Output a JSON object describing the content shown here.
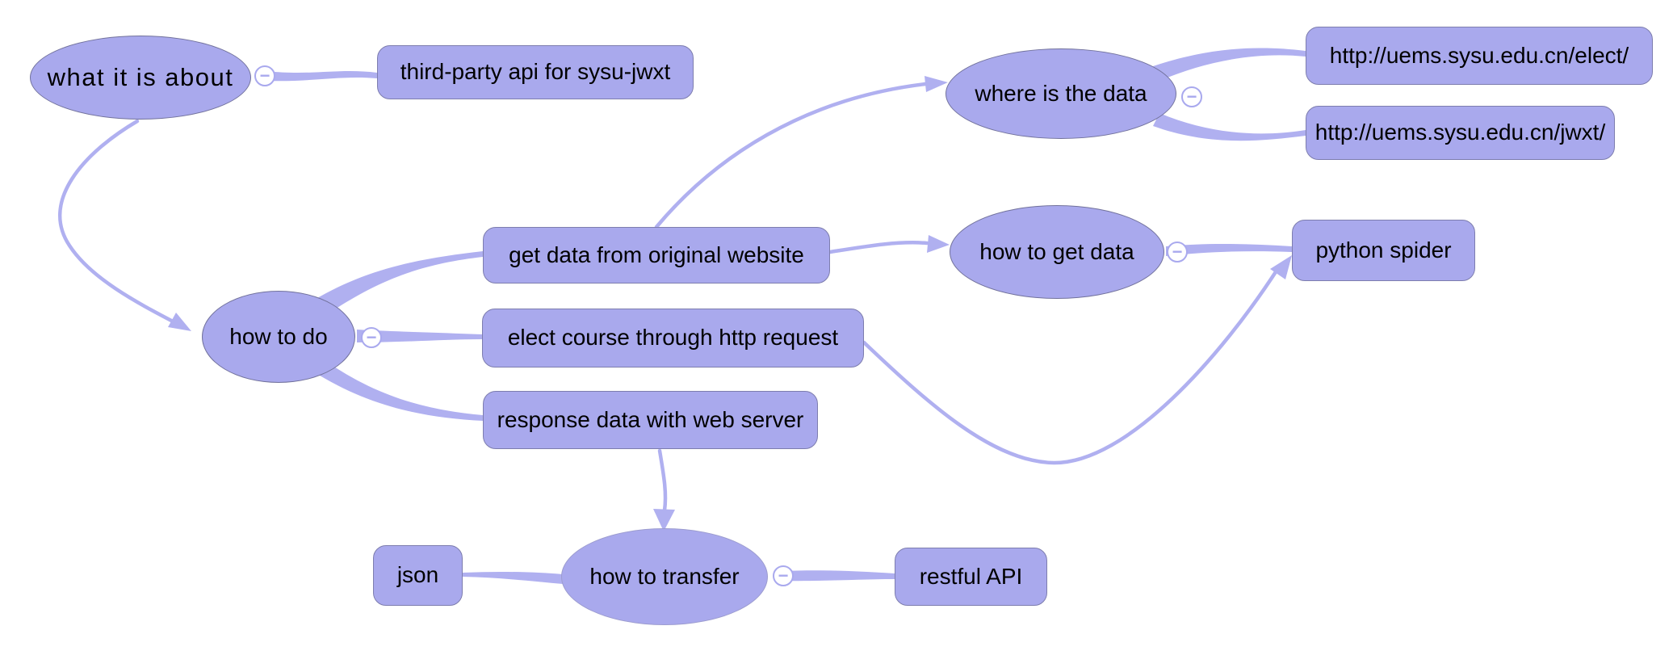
{
  "theme": {
    "node_fill": "#a9a9ed",
    "node_stroke": "#72729c",
    "rect_stroke": "#7d7dae",
    "soft_stroke": "#9c9ccf",
    "link_color": "#b0b0f0",
    "text_color": "#000000",
    "background": "#ffffff",
    "collapse_fill": "#ffffff",
    "collapse_stroke": "#a9a9ee"
  },
  "icons": {
    "collapse_glyph": "−"
  },
  "nodes": {
    "what_it_is_about": {
      "label": "what it is about",
      "shape": "ellipse"
    },
    "third_party_api": {
      "label": "third-party api for sysu-jwxt",
      "shape": "rounded-rect"
    },
    "where_is_the_data": {
      "label": "where is the data",
      "shape": "ellipse"
    },
    "url_elect": {
      "label": "http://uems.sysu.edu.cn/elect/",
      "shape": "rounded-rect"
    },
    "url_jwxt": {
      "label": "http://uems.sysu.edu.cn/jwxt/",
      "shape": "rounded-rect"
    },
    "get_data": {
      "label": "get data from original website",
      "shape": "rounded-rect"
    },
    "how_to_get_data": {
      "label": "how to get data",
      "shape": "ellipse"
    },
    "python_spider": {
      "label": "python spider",
      "shape": "rounded-rect"
    },
    "how_to_do": {
      "label": "how to do",
      "shape": "ellipse"
    },
    "elect_course": {
      "label": "elect course through http request",
      "shape": "rounded-rect"
    },
    "response_data": {
      "label": "response data with web server",
      "shape": "rounded-rect"
    },
    "how_to_transfer": {
      "label": "how to transfer",
      "shape": "ellipse"
    },
    "json_node": {
      "label": "json",
      "shape": "rounded-rect"
    },
    "restful_api": {
      "label": "restful API",
      "shape": "rounded-rect"
    }
  },
  "edges": [
    {
      "from": "what it is about",
      "to": "third-party api for sysu-jwxt",
      "style": "branch"
    },
    {
      "from": "what it is about",
      "to": "how to do",
      "style": "arrow"
    },
    {
      "from": "where is the data",
      "to": "http://uems.sysu.edu.cn/elect/",
      "style": "branch"
    },
    {
      "from": "where is the data",
      "to": "http://uems.sysu.edu.cn/jwxt/",
      "style": "branch"
    },
    {
      "from": "get data from original website",
      "to": "where is the data",
      "style": "arrow"
    },
    {
      "from": "get data from original website",
      "to": "how to get data",
      "style": "arrow"
    },
    {
      "from": "how to do",
      "to": "get data from original website",
      "style": "branch"
    },
    {
      "from": "how to do",
      "to": "elect course through http request",
      "style": "branch"
    },
    {
      "from": "how to do",
      "to": "response data with web server",
      "style": "branch"
    },
    {
      "from": "how to get data",
      "to": "python spider",
      "style": "branch"
    },
    {
      "from": "elect course through http request",
      "to": "python spider",
      "style": "arrow"
    },
    {
      "from": "response data with web server",
      "to": "how to transfer",
      "style": "arrow"
    },
    {
      "from": "how to transfer",
      "to": "json",
      "style": "branch"
    },
    {
      "from": "how to transfer",
      "to": "restful API",
      "style": "branch"
    }
  ]
}
